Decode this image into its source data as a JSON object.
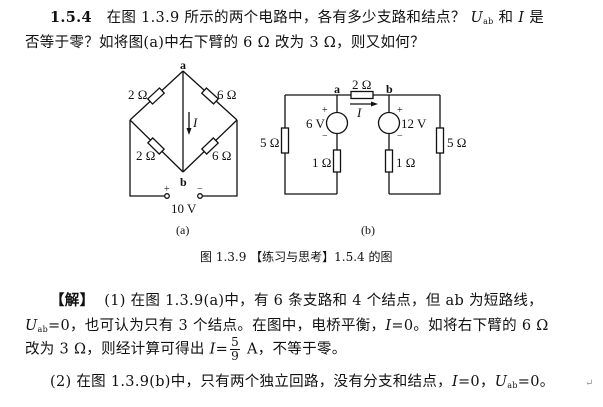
{
  "problem": {
    "number": "1.5.4",
    "line1_a": "在图 1.3.9 所示的两个电路中，各有多少支路和结点？",
    "U": "U",
    "U_sub": "ab",
    "line1_b": "和",
    "I": "I",
    "line1_c": "是",
    "line2": "否等于零？如将图(a)中右下臂的 6 Ω 改为 3 Ω，则又如何？"
  },
  "figure": {
    "circuit_a": {
      "node_top": "a",
      "node_bottom": "b",
      "r_top_left": "2 Ω",
      "r_top_right": "6 Ω",
      "r_bottom_left": "2 Ω",
      "r_bottom_right": "6 Ω",
      "current": "I",
      "plus": "+",
      "minus": "−",
      "source": "10 V",
      "label": "(a)"
    },
    "circuit_b": {
      "node_a": "a",
      "node_b": "b",
      "r_middle": "2 Ω",
      "current": "I",
      "src_left": "6 V",
      "src_right": "12 V",
      "plus": "+",
      "minus": "−",
      "r_left_outer": "5 Ω",
      "r_left_inner": "1 Ω",
      "r_right_inner": "1 Ω",
      "r_right_outer": "5 Ω",
      "label": "(b)"
    },
    "caption": "图 1.3.9 【练习与思考】1.5.4 的图"
  },
  "solution": {
    "tag": "【解】",
    "p1_line1": "(1) 在图 1.3.9(a)中，有 6 条支路和 4 个结点，但 ab 为短路线，",
    "p1_line2_U": "U",
    "p1_line2_sub": "ab",
    "p1_line2_a": "=0，也可认为只有 3 个结点。在图中，电桥平衡，",
    "p1_line2_I": "I",
    "p1_line2_b": "=0。如将右下臂的 6 Ω",
    "p1_line3_a": "改为 3 Ω，则经计算可得出",
    "p1_line3_I": "I",
    "p1_line3_eq": "=",
    "frac_num": "5",
    "frac_den": "9",
    "p1_line3_b": "A，不等于零。",
    "p2_a": "(2) 在图 1.3.9(b)中，只有两个独立回路，没有分支和结点，",
    "p2_I": "I",
    "p2_b": "=0，",
    "p2_U": "U",
    "p2_sub": "ab",
    "p2_c": "=0。",
    "return_mark": "↵"
  }
}
